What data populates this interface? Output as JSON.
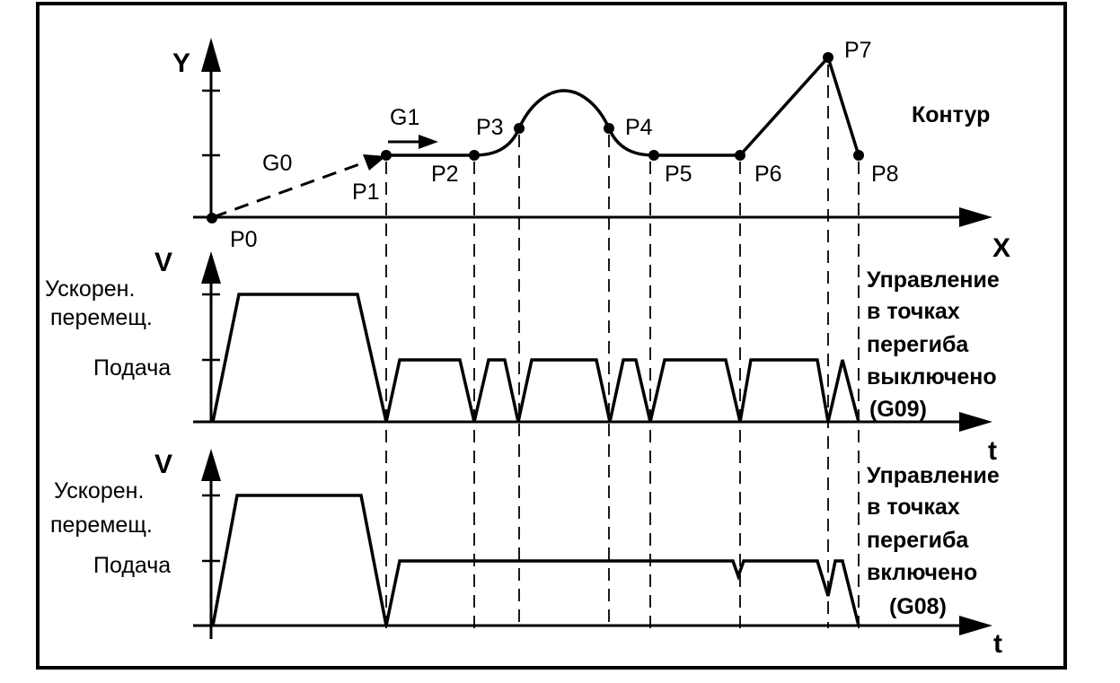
{
  "contour_section": {
    "y_axis_label": "Y",
    "x_axis_label": "X",
    "title": "Контур",
    "rapid_label": "G0",
    "feed_label": "G1",
    "points": [
      "P0",
      "P1",
      "P2",
      "P3",
      "P4",
      "P5",
      "P6",
      "P7",
      "P8"
    ]
  },
  "profile_g09": {
    "v_axis_label": "V",
    "t_axis_label": "t",
    "rapid_label_line1": "Ускорен.",
    "rapid_label_line2": "перемещ.",
    "feed_label": "Подача",
    "caption_lines": [
      "Управление",
      "в точках",
      "перегиба",
      "выключено",
      "(G09)"
    ]
  },
  "profile_g08": {
    "v_axis_label": "V",
    "t_axis_label": "t",
    "rapid_label_line1": "Ускорен.",
    "rapid_label_line2": "перемещ.",
    "feed_label": "Подача",
    "caption_lines": [
      "Управление",
      "в точках",
      "перегиба",
      "включено",
      "(G08)"
    ]
  }
}
